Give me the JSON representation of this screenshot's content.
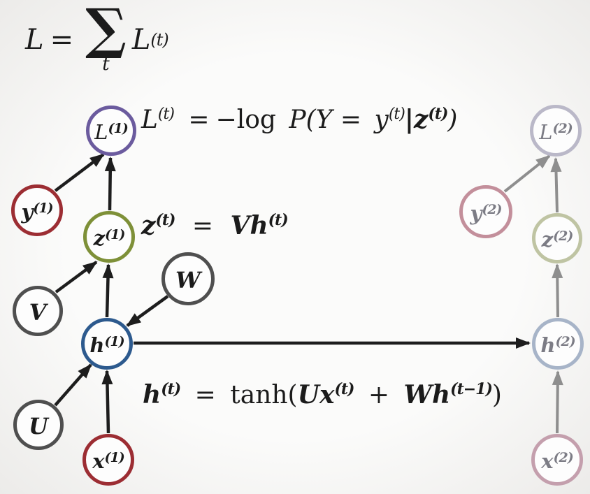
{
  "colors": {
    "node_purple": "#6b5b9e",
    "node_red": "#9c2d33",
    "node_olive": "#7e9038",
    "node_blue": "#2d5a8e",
    "node_gray": "#4f4f4f",
    "faded_purple": "#bab8c8",
    "faded_rose": "#c38f9b",
    "faded_olive": "#bfc4a3",
    "faded_blue": "#a7b4c8",
    "faded_mauve": "#c49fad",
    "arrow_black": "#1d1d1d",
    "arrow_gray": "#8e8e8e",
    "background": "#f4f3f1"
  },
  "equations": {
    "total_loss": {
      "lhs": "L",
      "equals": "=",
      "sigma": "∑",
      "index": "t",
      "term": "L",
      "term_sup": "(t)"
    },
    "step_loss": {
      "lhs": "L",
      "lhs_sup": "(t)",
      "equals": "=",
      "neg_log": "−log",
      "p_open": "P(Y =",
      "y": "y",
      "y_sup": "(t)",
      "bar": "|",
      "z": "z",
      "z_sup": "(t)",
      "close": ")"
    },
    "output": {
      "lhs": "z",
      "lhs_sup": "(t)",
      "equals": "=",
      "V": "V",
      "h": "h",
      "h_sup": "(t)"
    },
    "hidden": {
      "lhs": "h",
      "lhs_sup": "(t)",
      "equals": "=",
      "tanh_open": "tanh(",
      "U": "U",
      "x": "x",
      "x_sup": "(t)",
      "plus": "+",
      "W": "W",
      "h": "h",
      "h_sup": "(t−1)",
      "close": ")"
    }
  },
  "nodes": {
    "L1": {
      "label": "L",
      "sup": "(1)"
    },
    "y1": {
      "label": "y",
      "sup": "(1)"
    },
    "z1": {
      "label": "z",
      "sup": "(1)"
    },
    "V": {
      "label": "V"
    },
    "h1": {
      "label": "h",
      "sup": "(1)"
    },
    "W": {
      "label": "W"
    },
    "U": {
      "label": "U"
    },
    "x1": {
      "label": "x",
      "sup": "(1)"
    },
    "L2": {
      "label": "L",
      "sup": "(2)"
    },
    "y2": {
      "label": "y",
      "sup": "(2)"
    },
    "z2": {
      "label": "z",
      "sup": "(2)"
    },
    "h2": {
      "label": "h",
      "sup": "(2)"
    },
    "x2": {
      "label": "x",
      "sup": "(2)"
    }
  }
}
